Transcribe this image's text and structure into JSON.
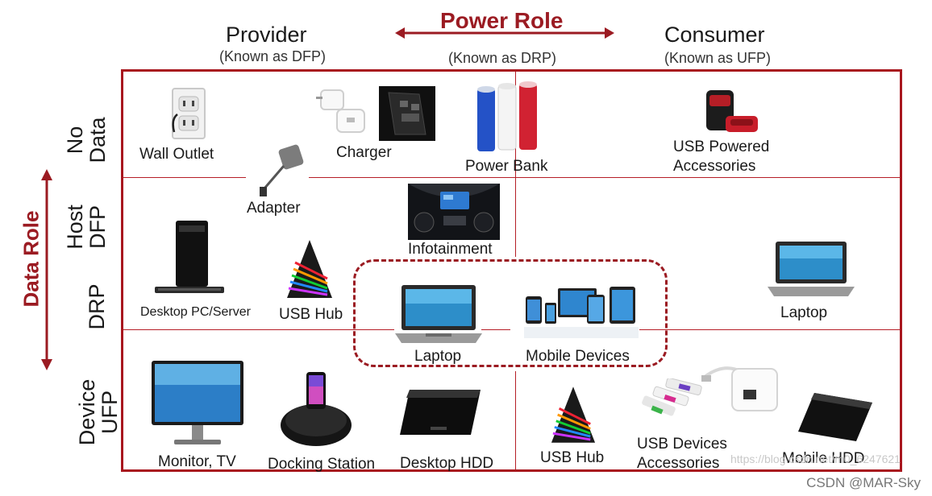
{
  "header": {
    "power_role": "Power Role",
    "provider": "Provider",
    "provider_sub": "(Known as DFP)",
    "drp_sub": "(Known as DRP)",
    "consumer": "Consumer",
    "consumer_sub": "(Known as UFP)"
  },
  "rows": {
    "data_role": "Data Role",
    "no_data_line1": "No",
    "no_data_line2": "Data",
    "host_line1": "Host",
    "host_line2": "DFP",
    "drp": "DRP",
    "device_line1": "Device",
    "device_line2": "UFP"
  },
  "devices": {
    "wall_outlet": "Wall Outlet",
    "charger": "Charger",
    "power_bank": "Power Bank",
    "usb_powered_1": "USB Powered",
    "usb_powered_2": "Accessories",
    "adapter": "Adapter",
    "infotainment": "Infotainment",
    "desktop_pc": "Desktop PC/Server",
    "usb_hub_drp": "USB Hub",
    "laptop_drp": "Laptop",
    "mobile_devices": "Mobile Devices",
    "laptop_consumer": "Laptop",
    "monitor_tv": "Monitor, TV",
    "docking_station": "Docking Station",
    "desktop_hdd": "Desktop HDD",
    "usb_hub_ufp": "USB Hub",
    "usb_devices_1": "USB Devices",
    "usb_devices_2": "Accessories",
    "mobile_hdd": "Mobile HDD"
  },
  "watermark": "CSDN @MAR-Sky",
  "watermark_faint": "https://blog.csdn.net/m0_6247621",
  "colors": {
    "accent": "#9b1b22",
    "grid": "#b51e26"
  }
}
